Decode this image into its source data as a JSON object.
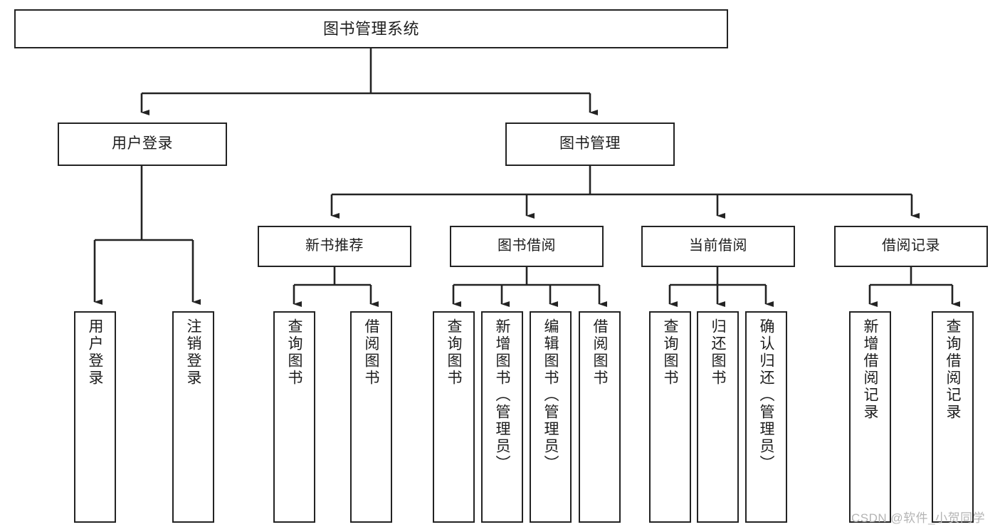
{
  "diagram": {
    "title": "图书管理系统",
    "watermark": "CSDN @软件_小贺同学",
    "colors": {
      "stroke": "#232323",
      "fill": "#ffffff",
      "text": "#1d1d1d",
      "watermark": "#b4b4b4"
    },
    "nodes": {
      "root": {
        "label": "图书管理系统"
      },
      "level1": [
        {
          "label": "用户登录"
        },
        {
          "label": "图书管理"
        }
      ],
      "level2": [
        {
          "label": "新书推荐"
        },
        {
          "label": "图书借阅"
        },
        {
          "label": "当前借阅"
        },
        {
          "label": "借阅记录"
        }
      ],
      "leaves": [
        {
          "label": "用户登录"
        },
        {
          "label": "注销登录"
        },
        {
          "label": "查询图书"
        },
        {
          "label": "借阅图书"
        },
        {
          "label": "查询图书"
        },
        {
          "label": "新增图书（管理员）"
        },
        {
          "label": "编辑图书（管理员）"
        },
        {
          "label": "借阅图书"
        },
        {
          "label": "查询图书"
        },
        {
          "label": "归还图书"
        },
        {
          "label": "确认归还（管理员）"
        },
        {
          "label": "新增借阅记录"
        },
        {
          "label": "查询借阅记录"
        }
      ]
    }
  }
}
